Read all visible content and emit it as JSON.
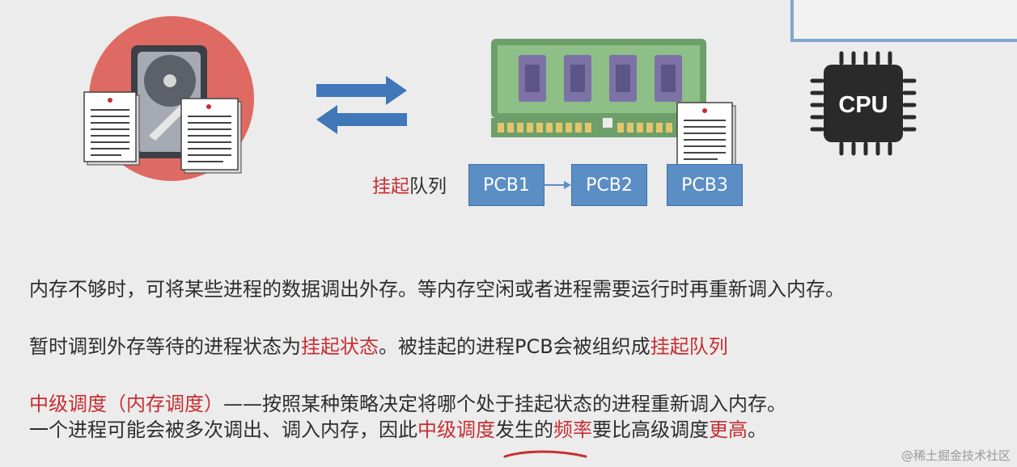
{
  "diagram": {
    "cpu_label": "CPU",
    "queue_label_red": "挂起",
    "queue_label_rest": "队列",
    "pcb_boxes": [
      "PCB1",
      "PCB2",
      "PCB3"
    ]
  },
  "text": {
    "line1": "内存不够时，可将某些进程的数据调出外存。等内存空闲或者进程需要运行时再重新调入内存。",
    "line2": {
      "a": "暂时调到外存等待的进程状态为",
      "b": "挂起状态",
      "c": "。被挂起的进程PCB会被组织成",
      "d": "挂起队列"
    },
    "line3": {
      "a": "中级调度（内存调度）",
      "b": "——按照某种策略决定将哪个处于挂起状态的进程重新调入内存。"
    },
    "line4": {
      "a": "一个进程可能会被多次调出、调入内存，因此",
      "b": "中级调度",
      "c": "发生的",
      "d": "频率",
      "e": "要比高级调度",
      "f": "更高",
      "g": "。"
    }
  },
  "watermark": "@稀土掘金技术社区",
  "colors": {
    "highlight_red": "#c62f33",
    "pcb_blue": "#5b8ec5",
    "arrow_blue": "#3f77b8",
    "disk_circle": "#de6a63"
  },
  "icons": [
    "hard-disk-icon",
    "document-icon",
    "transfer-arrows-icon",
    "memory-module-icon",
    "cpu-chip-icon"
  ]
}
